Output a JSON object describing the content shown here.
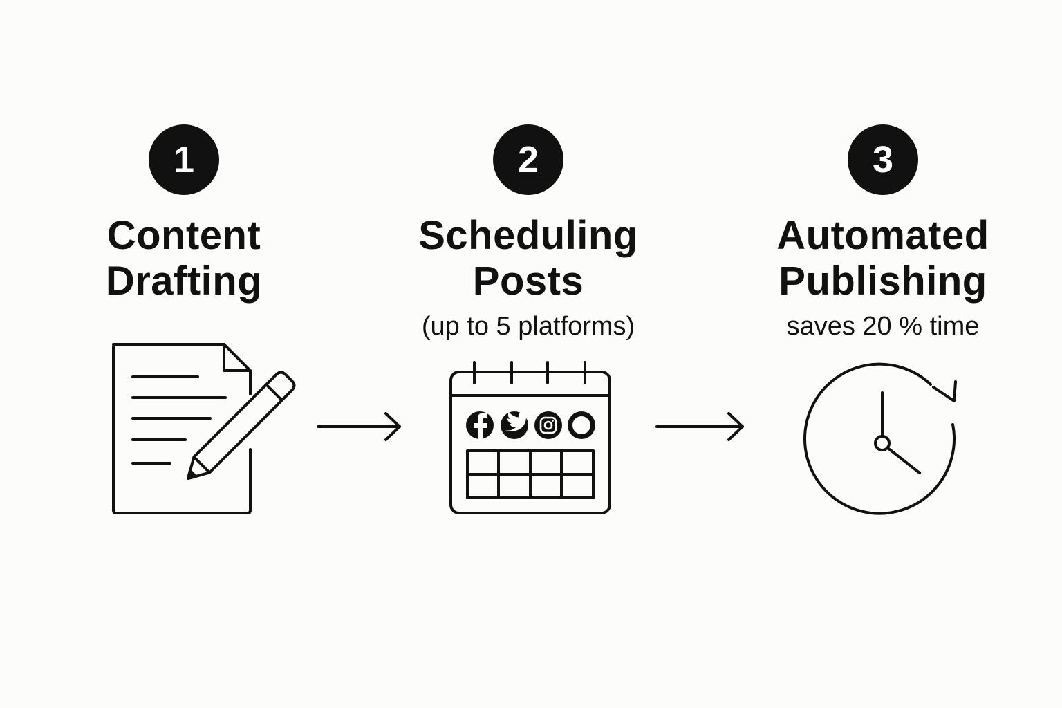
{
  "steps": [
    {
      "number": "1",
      "title_lines": [
        "Content",
        "Drafting"
      ],
      "subtitle": "",
      "icon": "document-pencil-icon"
    },
    {
      "number": "2",
      "title_lines": [
        "Scheduling",
        "Posts"
      ],
      "subtitle": "(up to 5 platforms)",
      "icon": "calendar-social-icon",
      "social_icons": [
        "facebook-icon",
        "twitter-icon",
        "instagram-icon",
        "circle-icon"
      ]
    },
    {
      "number": "3",
      "title_lines": [
        "Automated",
        "Publishing"
      ],
      "subtitle": "saves 20 % time",
      "icon": "clock-refresh-icon"
    }
  ],
  "connectors": [
    "arrow-right-icon",
    "arrow-right-icon"
  ],
  "colors": {
    "background": "#fcfcfa",
    "ink": "#111111",
    "badge_text": "#ffffff"
  }
}
